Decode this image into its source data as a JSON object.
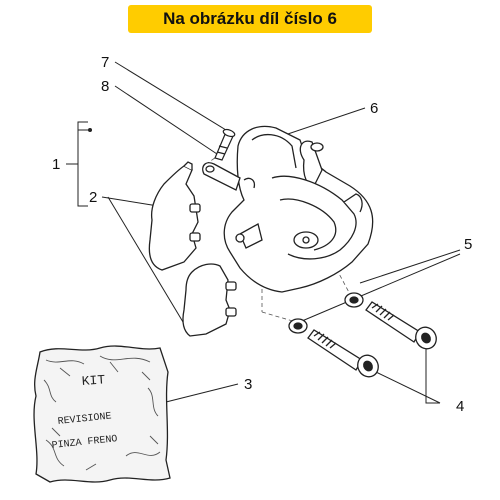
{
  "banner": {
    "title": "Na obrázku díl číslo 6",
    "background": "#ffcc00"
  },
  "callouts": {
    "c1": "1",
    "c2": "2",
    "c3": "3",
    "c4": "4",
    "c5": "5",
    "c6": "6",
    "c7": "7",
    "c8": "8"
  },
  "kit_label": {
    "line1": "KIT",
    "line2": "REVISIONE",
    "line3": "PINZA FRENO"
  }
}
